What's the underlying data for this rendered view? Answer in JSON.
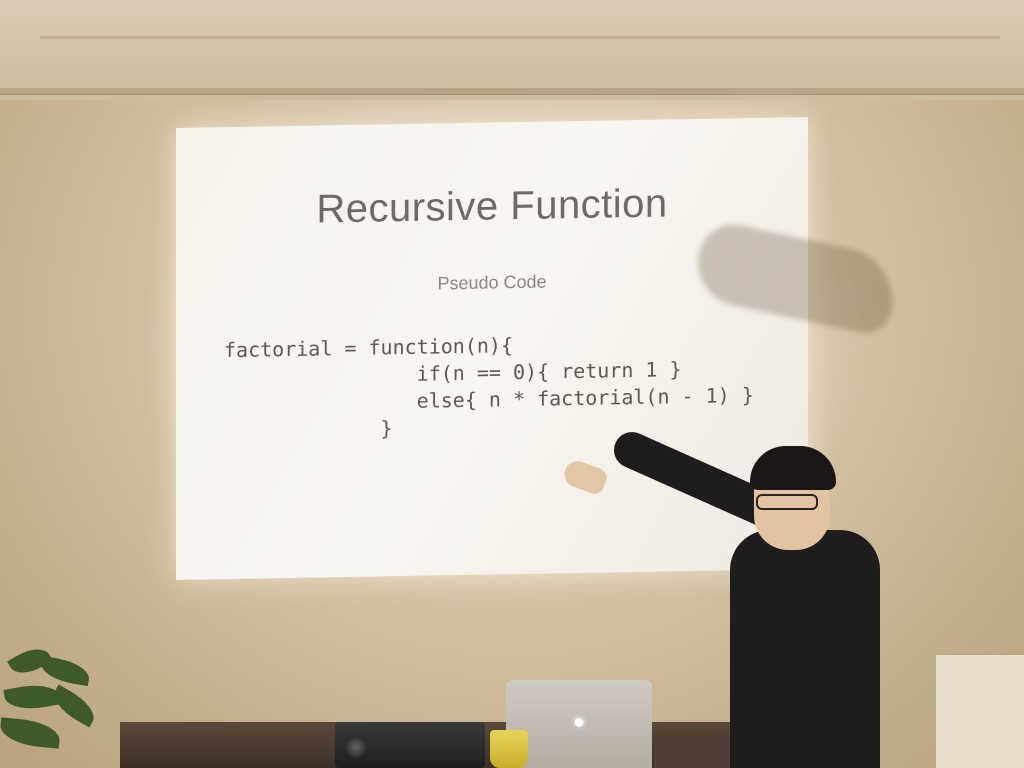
{
  "slide": {
    "title": "Recursive Function",
    "subtitle": "Pseudo Code",
    "code": "factorial = function(n){\n                if(n == 0){ return 1 }\n                else{ n * factorial(n - 1) }\n             }"
  },
  "objects": {
    "laptop_logo_icon": "apple-logo-icon"
  }
}
